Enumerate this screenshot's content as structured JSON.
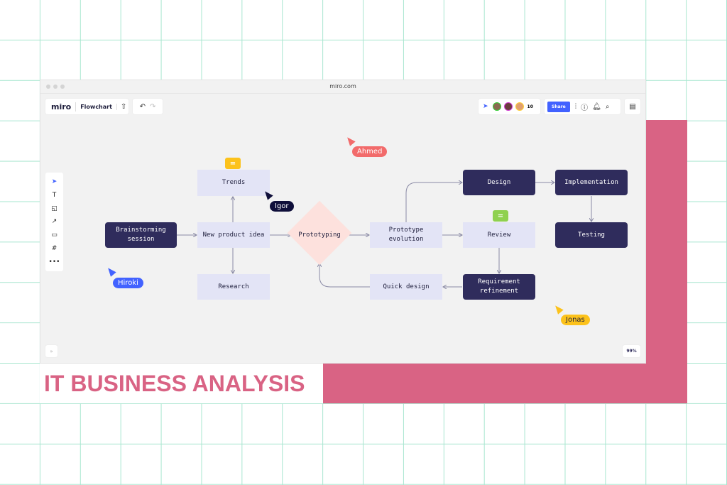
{
  "window": {
    "url": "miro.com"
  },
  "header": {
    "logo": "miro",
    "board_name": "Flowchart",
    "collaborator_count": "10",
    "share_label": "Share"
  },
  "nodes": {
    "brainstorming": "Brainstorming session",
    "new_idea": "New product idea",
    "trends": "Trends",
    "research": "Research",
    "prototyping": "Prototyping",
    "prototype_evolution": "Prototype evolution",
    "quick_design": "Quick design",
    "design": "Design",
    "implementation": "Implementation",
    "testing": "Testing",
    "review": "Review",
    "requirement": "Requirement refinement"
  },
  "cursors": {
    "ahmed": "Ahmed",
    "igor": "Igor",
    "hiroki": "Hiroki",
    "jonas": "Jonas"
  },
  "footer": {
    "expand": "»",
    "zoom": "99%"
  },
  "banner": {
    "title": "IT BUSINESS ANALYSIS"
  },
  "colors": {
    "accent": "#d96384",
    "node_dark": "#2f2c5c",
    "node_light": "#e3e4f6",
    "share": "#4262ff"
  }
}
